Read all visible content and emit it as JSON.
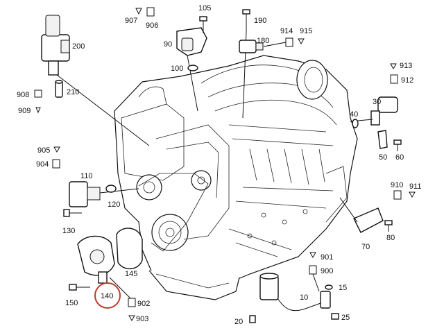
{
  "diagram": {
    "highlight_color": "#c0392b",
    "callouts": [
      {
        "id": "c200",
        "text": "200"
      },
      {
        "id": "c210",
        "text": "210"
      },
      {
        "id": "c908",
        "text": "908"
      },
      {
        "id": "c909",
        "text": "909"
      },
      {
        "id": "c907",
        "text": "907"
      },
      {
        "id": "c906",
        "text": "906"
      },
      {
        "id": "c105",
        "text": "105"
      },
      {
        "id": "c190",
        "text": "190"
      },
      {
        "id": "c90",
        "text": "90"
      },
      {
        "id": "c100",
        "text": "100"
      },
      {
        "id": "c180",
        "text": "180"
      },
      {
        "id": "c914",
        "text": "914"
      },
      {
        "id": "c915",
        "text": "915"
      },
      {
        "id": "c913",
        "text": "913"
      },
      {
        "id": "c912",
        "text": "912"
      },
      {
        "id": "c30",
        "text": "30"
      },
      {
        "id": "c40",
        "text": "40"
      },
      {
        "id": "c50",
        "text": "50"
      },
      {
        "id": "c60",
        "text": "60"
      },
      {
        "id": "c905",
        "text": "905"
      },
      {
        "id": "c904",
        "text": "904"
      },
      {
        "id": "c110",
        "text": "110"
      },
      {
        "id": "c120",
        "text": "120"
      },
      {
        "id": "c130",
        "text": "130"
      },
      {
        "id": "c910",
        "text": "910"
      },
      {
        "id": "c911",
        "text": "911"
      },
      {
        "id": "c80",
        "text": "80"
      },
      {
        "id": "c70",
        "text": "70"
      },
      {
        "id": "c145",
        "text": "145"
      },
      {
        "id": "c150",
        "text": "150"
      },
      {
        "id": "c140",
        "text": "140"
      },
      {
        "id": "c902",
        "text": "902"
      },
      {
        "id": "c903",
        "text": "903"
      },
      {
        "id": "c901",
        "text": "901"
      },
      {
        "id": "c900",
        "text": "900"
      },
      {
        "id": "c15",
        "text": "15"
      },
      {
        "id": "c10",
        "text": "10"
      },
      {
        "id": "c20",
        "text": "20"
      },
      {
        "id": "c25",
        "text": "25"
      }
    ]
  }
}
